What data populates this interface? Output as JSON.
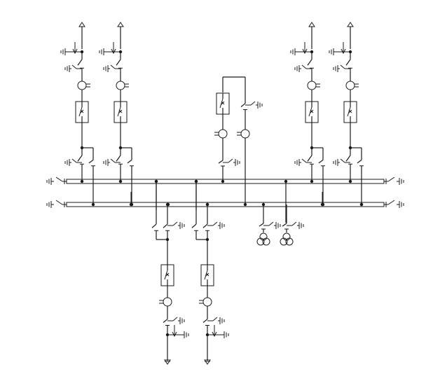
{
  "diagram": {
    "kind": "single-line-diagram",
    "colors": {
      "line": "#1a1a1a",
      "background": "#ffffff"
    },
    "buses": [
      {
        "id": "bus-1",
        "label": ""
      },
      {
        "id": "bus-2",
        "label": ""
      }
    ],
    "bays": [
      {
        "id": "bay-line-1",
        "type": "line-feeder",
        "direction": "up",
        "label": ""
      },
      {
        "id": "bay-line-2",
        "type": "line-feeder",
        "direction": "up",
        "label": ""
      },
      {
        "id": "bay-coupler",
        "type": "bus-coupler",
        "label": ""
      },
      {
        "id": "bay-line-3",
        "type": "line-feeder",
        "direction": "up",
        "label": ""
      },
      {
        "id": "bay-line-4",
        "type": "line-feeder",
        "direction": "up",
        "label": ""
      },
      {
        "id": "bay-vt",
        "type": "bus-voltage-transformer",
        "label": ""
      },
      {
        "id": "bay-line-5",
        "type": "line-feeder",
        "direction": "down",
        "label": ""
      },
      {
        "id": "bay-line-6",
        "type": "line-feeder",
        "direction": "down",
        "label": ""
      }
    ],
    "symbols": [
      "disconnector",
      "earthing-switch",
      "circuit-breaker",
      "current-transformer",
      "voltage-transformer",
      "arrester",
      "terminal-arrow"
    ]
  }
}
